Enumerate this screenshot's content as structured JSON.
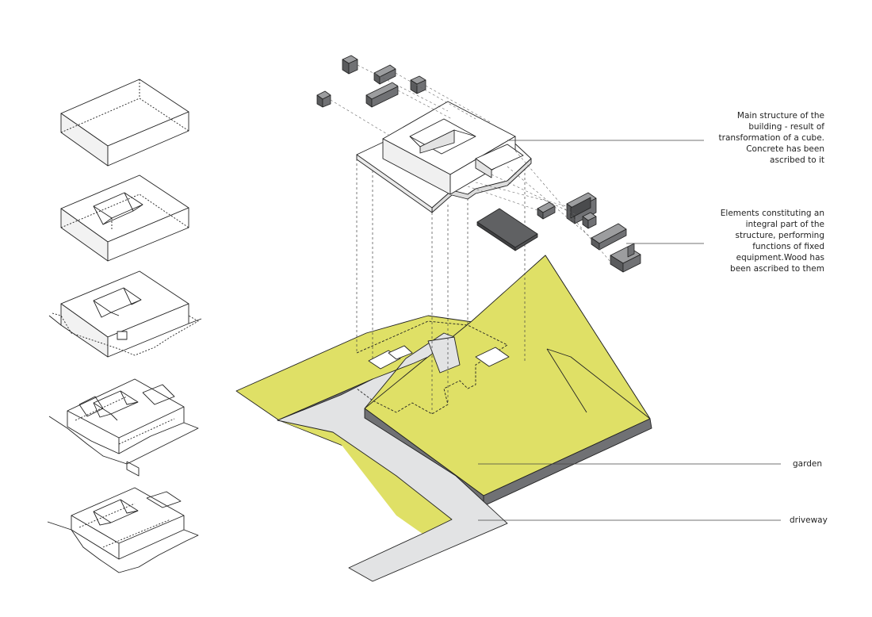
{
  "annotations": {
    "main_structure": "Main structure of the\nbuilding - result of\ntransformation of a cube.\nConcrete has been\nascribed to it",
    "elements": "Elements constituting an\nintegral part of the\nstructure, performing\nfunctions of fixed\nequipment.Wood has\nbeen ascribed to them",
    "garden": "garden",
    "driveway": "driveway"
  },
  "colors": {
    "garden": "#dfe066",
    "driveway": "#e2e3e4",
    "wood_elements": "#6a6b6d",
    "concrete": "#ffffff",
    "line": "#222222"
  }
}
